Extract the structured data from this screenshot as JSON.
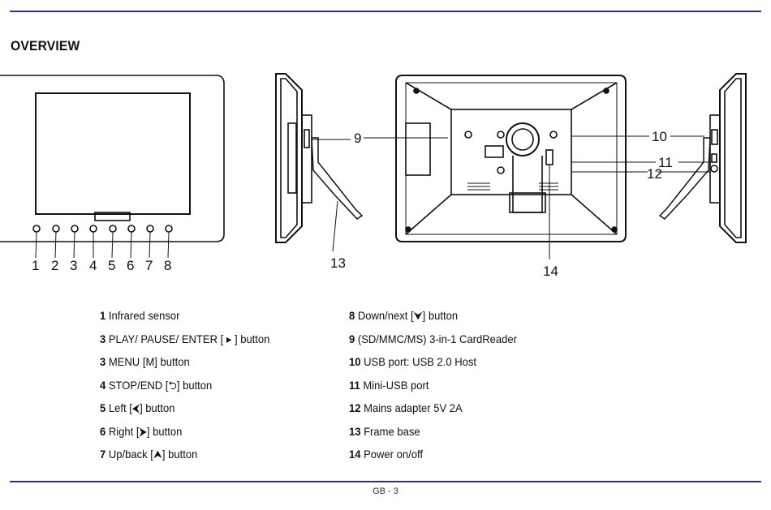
{
  "header": {
    "title": "OVERVIEW"
  },
  "figure": {
    "front_labels": [
      "1",
      "2",
      "3",
      "4",
      "5",
      "6",
      "7",
      "8"
    ],
    "callouts": {
      "card_reader": "9",
      "usb": "10",
      "mini_usb": "11",
      "adapter": "12",
      "base": "13",
      "power": "14"
    }
  },
  "legend": {
    "left": [
      {
        "num": "1",
        "text": " Infrared sensor"
      },
      {
        "num": "3",
        "text": " PLAY/ PAUSE/ ENTER [ ▸ ] button"
      },
      {
        "num": "3",
        "text": " MENU [M] button"
      },
      {
        "num": "4",
        "text": " STOP/END [⮌] button"
      },
      {
        "num": "5",
        "text": " Left [⮜] button"
      },
      {
        "num": "6",
        "text": " Right [⮞] button"
      },
      {
        "num": "7",
        "text": " Up/back [⮝] button"
      }
    ],
    "right": [
      {
        "num": "8",
        "text": " Down/next [⮟] button"
      },
      {
        "num": "9",
        "text": " (SD/MMC/MS) 3-in-1 CardReader"
      },
      {
        "num": "10",
        "text": " USB port: USB 2.0 Host"
      },
      {
        "num": "11",
        "text": " Mini-USB port"
      },
      {
        "num": "12",
        "text": " Mains adapter 5V 2A"
      },
      {
        "num": "13",
        "text": " Frame base"
      },
      {
        "num": "14",
        "text": " Power on/off"
      }
    ]
  },
  "footer": {
    "page": "GB - 3"
  },
  "colors": {
    "rule": "#2b2f8e",
    "ink": "#111111"
  }
}
